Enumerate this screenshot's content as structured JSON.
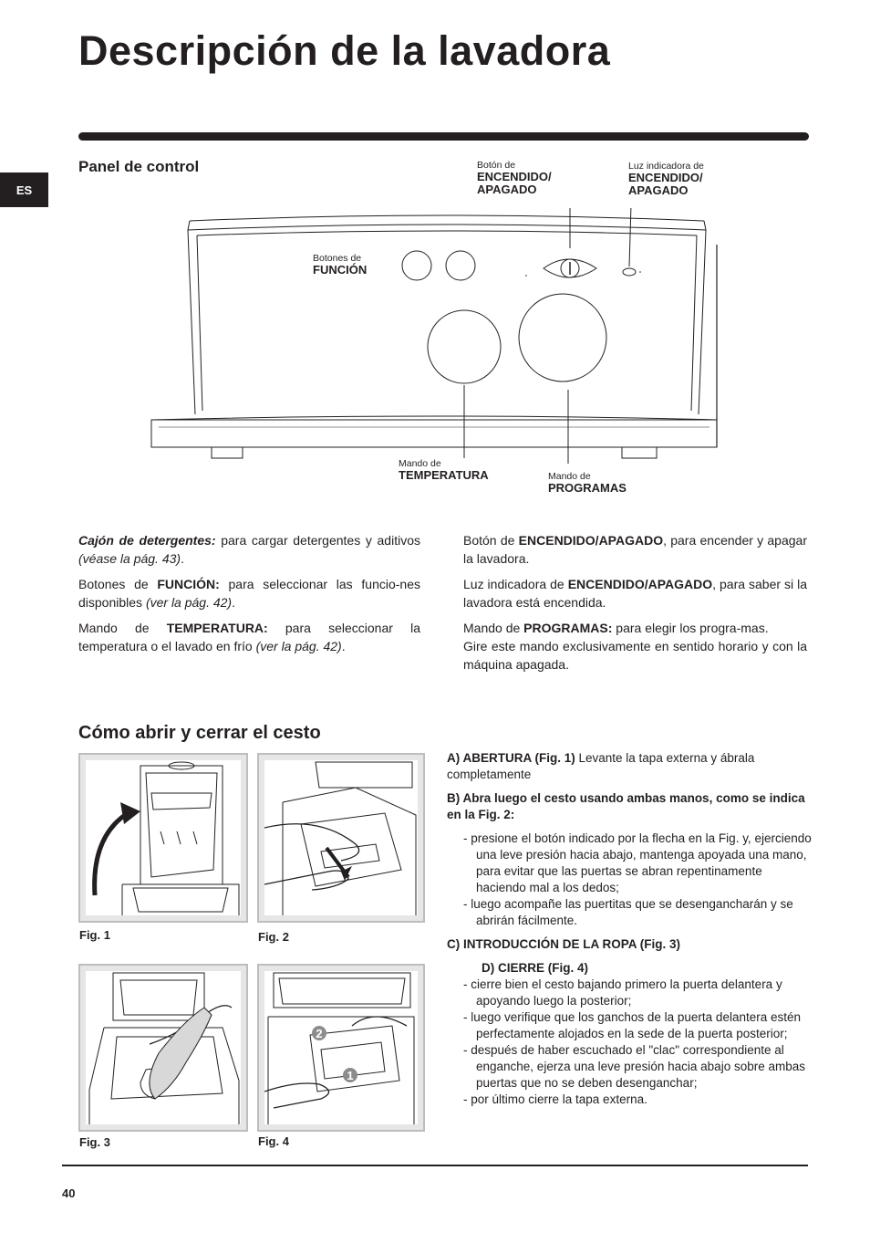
{
  "page": {
    "title": "Descripción de la lavadora",
    "lang": "ES",
    "number": "40"
  },
  "panel": {
    "heading": "Panel de control",
    "labels": {
      "power_small": "Botón de",
      "power_bold": "ENCENDIDO/ APAGADO",
      "light_small": "Luz indicadora de",
      "light_bold": "ENCENDIDO/ APAGADO",
      "func_small": "Botones de",
      "func_bold": "FUNCIÓN",
      "temp_small": "Mando de",
      "temp_bold": "TEMPERATURA",
      "prog_small": "Mando de",
      "prog_bold": "PROGRAMAS"
    }
  },
  "desc_left": [
    {
      "bold": "Cajón de detergentes:",
      "bold_italic": true,
      "text": " para cargar detergentes y aditivos ",
      "ref": "(véase la pág. 43)",
      "end": "."
    },
    {
      "pre": "Botones de ",
      "bold": "FUNCIÓN:",
      "text": " para seleccionar las funcio-nes disponibles ",
      "ref": "(ver la pág. 42)",
      "end": "."
    },
    {
      "pre": "Mando de ",
      "bold": "TEMPERATURA:",
      "text": " para seleccionar la temperatura o el lavado en frío ",
      "ref": "(ver la pág. 42)",
      "end": "."
    }
  ],
  "desc_right": [
    {
      "pre": "Botón de ",
      "bold": "ENCENDIDO/APAGADO",
      "text": ", para encender y apagar la lavadora."
    },
    {
      "pre": "Luz indicadora de ",
      "bold": "ENCENDIDO/APAGADO",
      "text": ", para saber si la lavadora está encendida."
    },
    {
      "pre": "Mando de ",
      "bold": "PROGRAMAS:",
      "text": " para elegir los progra-mas.",
      "extra": "Gire este mando exclusivamente en sentido horario y con la máquina apagada."
    }
  ],
  "basket": {
    "heading": "Cómo abrir y cerrar el cesto",
    "figs": [
      "Fig. 1",
      "Fig. 2",
      "Fig. 3",
      "Fig. 4"
    ],
    "markers": [
      "2",
      "1"
    ],
    "steps": {
      "a_label": "A)  ABERTURA (Fig. 1)",
      "a_text": " Levante la tapa externa y ábrala completamente",
      "b_label": "B)   Abra luego el cesto usando ambas manos, como se indica  en la Fig. 2:",
      "b_items": [
        "- presione el botón indicado  por la flecha en la Fig.   y, ejerciendo una leve presión hacia abajo, mantenga apoyada una mano, para evitar que las puertas se abran repentinamente haciendo mal a los dedos;",
        "- luego acompañe las puertitas que se desengancharán y se abrirán fácilmente."
      ],
      "c_label": "C)     INTRODUCCIÓN DE LA ROPA (Fig. 3)",
      "d_label": "D)   CIERRE (Fig. 4)",
      "d_items": [
        "- cierre bien  el cesto bajando primero la puerta delantera y apoyando  luego la posterior;",
        "-  luego verifique que los ganchos de la puerta delantera estén perfectamente alojados en la sede de la  puerta posterior;",
        "- después de haber escuchado el \"clac\" correspondiente al enganche, ejerza una leve presión  hacia abajo  sobre ambas puertas que no se deben desenganchar;",
        "-  por último cierre la tapa externa."
      ]
    }
  },
  "colors": {
    "text": "#231f20",
    "frame": "#bdbdbd"
  }
}
